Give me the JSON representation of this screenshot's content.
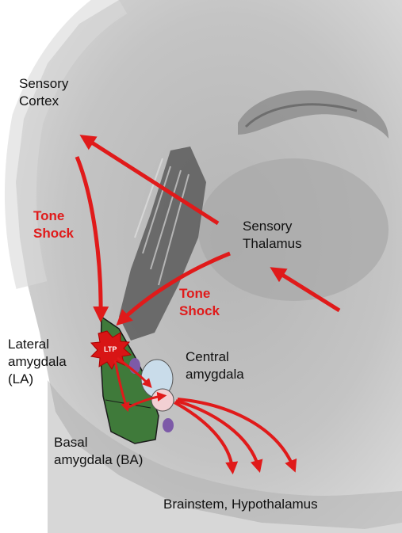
{
  "labels": {
    "sensory_cortex": [
      "Sensory",
      "Cortex"
    ],
    "sensory_thalamus": [
      "Sensory",
      "Thalamus"
    ],
    "lateral_amygdala": [
      "Lateral",
      "amygdala",
      "(LA)"
    ],
    "central_amygdala": [
      "Central",
      "amygdala"
    ],
    "basal_amygdala": [
      "Basal",
      "amygdala (BA)"
    ],
    "brainstem": "Brainstem, Hypothalamus",
    "tone_shock_left": [
      "Tone",
      "Shock"
    ],
    "tone_shock_right": [
      "Tone",
      "Shock"
    ],
    "ltp": "LTP"
  },
  "colors": {
    "arrow": "#e01a1a",
    "lateral_nucleus": "#3f7a3a",
    "central_nucleus": "#c9dcea",
    "intercalated": "#f2d0d3",
    "purple_nucleus": "#7d5aa8",
    "tissue": "#bdbdbd"
  }
}
